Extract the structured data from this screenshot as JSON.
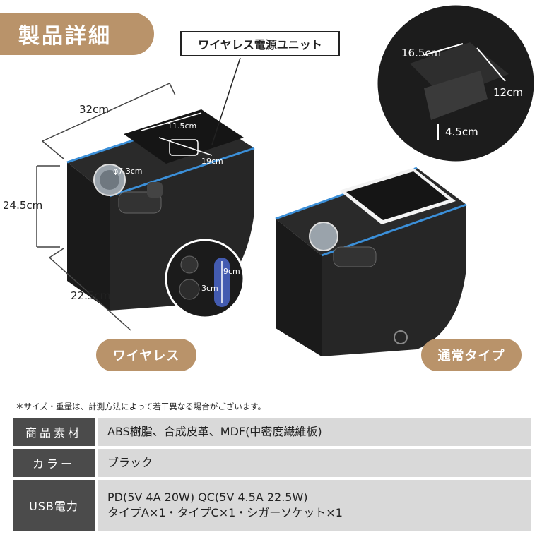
{
  "header": {
    "title": "製品詳細"
  },
  "callout": {
    "label": "ワイヤレス電源ユニット"
  },
  "dimensions": {
    "width": "32cm",
    "height": "24.5cm",
    "depth": "22.5cm",
    "lid_width": "11.5cm",
    "lid_depth": "19cm",
    "cup_diameter": "φ7.3cm",
    "slot_height": "9cm",
    "slot_width": "3cm",
    "storage_width": "16.5cm",
    "storage_depth": "12cm",
    "storage_height": "4.5cm"
  },
  "labels": {
    "wireless": "ワイヤレス",
    "standard": "通常タイプ"
  },
  "note": "＊サイズ・重量は、計測方法によって若干異なる場合がございます。",
  "specs": [
    {
      "key": "商品素材",
      "lines": [
        "ABS樹脂、合成皮革、MDF(中密度繊維板)"
      ]
    },
    {
      "key": "カラー",
      "lines": [
        "ブラック"
      ]
    },
    {
      "key": "USB電力",
      "lines": [
        "PD(5V 4A 20W) QC(5V 4.5A 22.5W)",
        "タイプA×1・タイプC×1・シガーソケット×1"
      ]
    }
  ]
}
